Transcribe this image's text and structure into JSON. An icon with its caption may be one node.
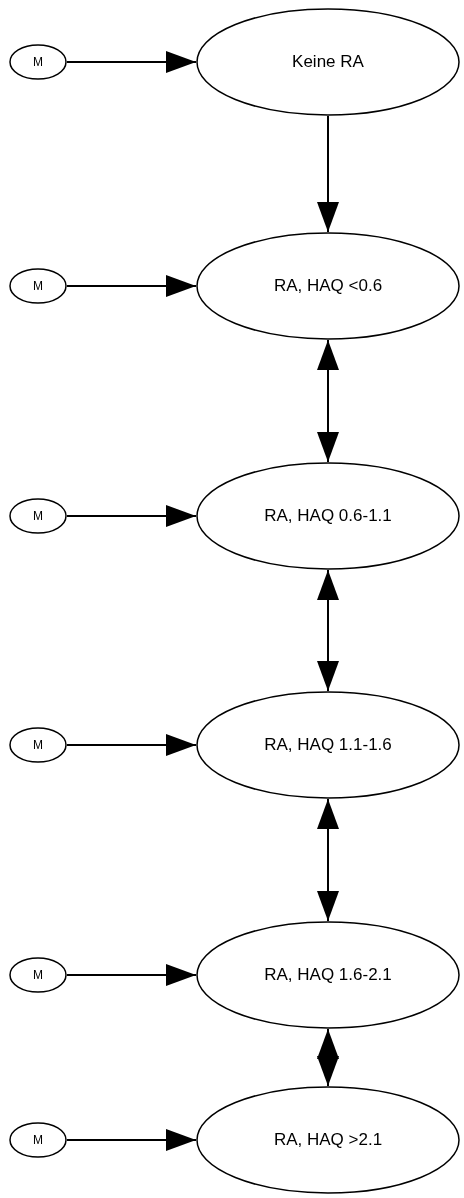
{
  "diagram": {
    "nodes": [
      {
        "text": [
          "M"
        ]
      },
      {
        "text": [
          "Keine RA"
        ]
      },
      {
        "text": [
          "M"
        ]
      },
      {
        "text": [
          "RA, HAQ <0.6"
        ]
      },
      {
        "text": [
          "M"
        ]
      },
      {
        "text": [
          "RA, HAQ 0.6-1.1"
        ]
      },
      {
        "text": [
          "M"
        ]
      },
      {
        "text": [
          "RA, HAQ 1.1-1.6"
        ]
      },
      {
        "text": [
          "M"
        ]
      },
      {
        "text": [
          "RA, HAQ 1.6-2.1"
        ]
      },
      {
        "text": [
          "M"
        ]
      },
      {
        "text": [
          "RA, HAQ >2.1"
        ]
      }
    ],
    "edges": [
      {
        "from": 0,
        "to": 1,
        "arrow": "to"
      },
      {
        "from": 1,
        "to": 3,
        "arrow": "to"
      },
      {
        "from": 2,
        "to": 3,
        "arrow": "to"
      },
      {
        "from": 3,
        "to": 5,
        "arrow": "both"
      },
      {
        "from": 4,
        "to": 5,
        "arrow": "to"
      },
      {
        "from": 5,
        "to": 7,
        "arrow": "both"
      },
      {
        "from": 6,
        "to": 7,
        "arrow": "to"
      },
      {
        "from": 7,
        "to": 9,
        "arrow": "both"
      },
      {
        "from": 8,
        "to": 9,
        "arrow": "to"
      },
      {
        "from": 9,
        "to": 11,
        "arrow": "both"
      },
      {
        "from": 10,
        "to": 11,
        "arrow": "to"
      }
    ]
  }
}
